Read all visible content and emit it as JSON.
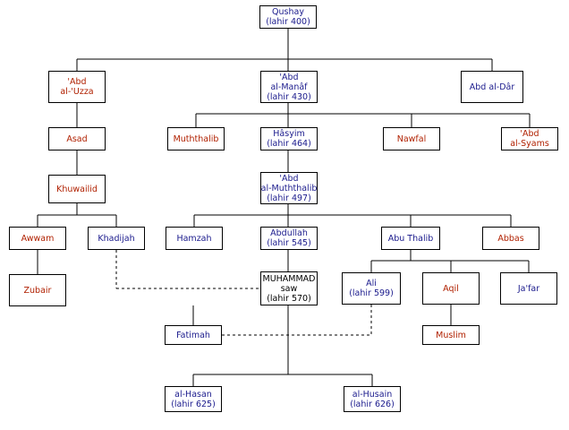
{
  "colors": {
    "blue": "#1a1a8c",
    "red": "#b02000",
    "black": "#000000",
    "line": "#000000"
  },
  "nodes": {
    "qushay": {
      "lines": [
        "Qushay",
        "(lahir 400)"
      ],
      "color": "blue"
    },
    "abd_uzza": {
      "lines": [
        "'Abd",
        "al-'Uzza"
      ],
      "color": "red"
    },
    "abd_manaf": {
      "lines": [
        "'Abd",
        "al-Manâf",
        "(lahir 430)"
      ],
      "color": "blue"
    },
    "abd_dar": {
      "lines": [
        "Abd al-Dâr"
      ],
      "color": "blue"
    },
    "asad": {
      "lines": [
        "Asad"
      ],
      "color": "red"
    },
    "muththalib": {
      "lines": [
        "Muththalib"
      ],
      "color": "red"
    },
    "hasyim": {
      "lines": [
        "Hâsyim",
        "(lahir 464)"
      ],
      "color": "blue"
    },
    "nawfal": {
      "lines": [
        "Nawfal"
      ],
      "color": "red"
    },
    "abd_syams": {
      "lines": [
        "'Abd",
        "al-Syams"
      ],
      "color": "red"
    },
    "khuwailid": {
      "lines": [
        "Khuwailid"
      ],
      "color": "red"
    },
    "abd_muththalib": {
      "lines": [
        "'Abd",
        "al-Muththalib",
        "(lahir 497)"
      ],
      "color": "blue"
    },
    "awwam": {
      "lines": [
        "Awwam"
      ],
      "color": "red"
    },
    "khadijah": {
      "lines": [
        "Khadijah"
      ],
      "color": "blue"
    },
    "hamzah": {
      "lines": [
        "Hamzah"
      ],
      "color": "blue"
    },
    "abdullah": {
      "lines": [
        "Abdullah",
        "(lahir 545)"
      ],
      "color": "blue"
    },
    "abu_thalib": {
      "lines": [
        "Abu Thalib"
      ],
      "color": "blue"
    },
    "abbas": {
      "lines": [
        "Abbas"
      ],
      "color": "red"
    },
    "zubair": {
      "lines": [
        "Zubair"
      ],
      "color": "red"
    },
    "muhammad": {
      "lines": [
        "MUHAMMAD",
        "saw",
        "(lahir 570)"
      ],
      "color": "black"
    },
    "ali": {
      "lines": [
        "Ali",
        "(lahir 599)"
      ],
      "color": "blue"
    },
    "aqil": {
      "lines": [
        "Aqil"
      ],
      "color": "red"
    },
    "jafar": {
      "lines": [
        "Ja'far"
      ],
      "color": "blue"
    },
    "fatimah": {
      "lines": [
        "Fatimah"
      ],
      "color": "blue"
    },
    "muslim": {
      "lines": [
        "Muslim"
      ],
      "color": "red"
    },
    "hasan": {
      "lines": [
        "al-Hasan",
        "(lahir 625)"
      ],
      "color": "blue"
    },
    "husain": {
      "lines": [
        "al-Husain",
        "(lahir 626)"
      ],
      "color": "blue"
    }
  }
}
